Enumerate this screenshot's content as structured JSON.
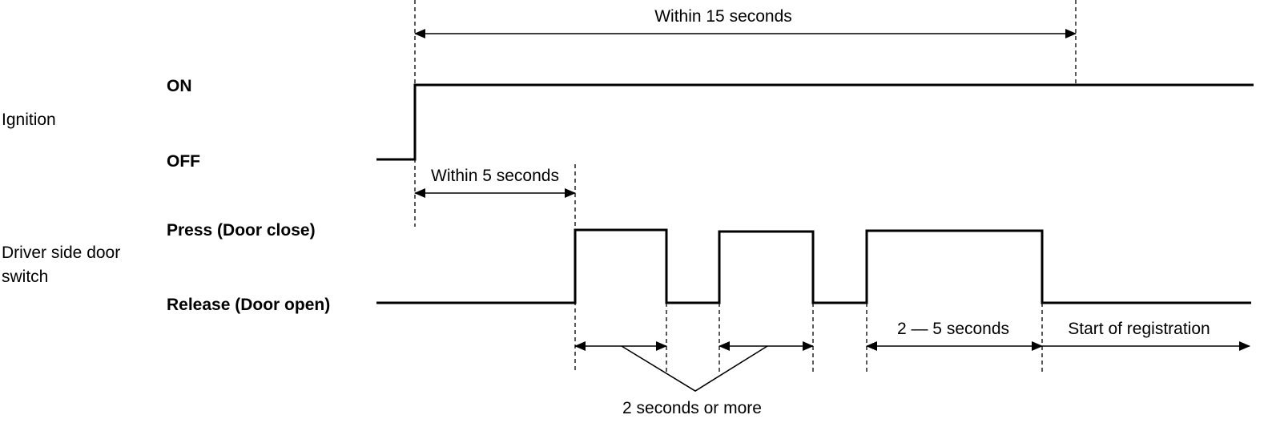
{
  "signals": {
    "ignition": {
      "name": "Ignition",
      "high_label": "ON",
      "low_label": "OFF"
    },
    "door_switch": {
      "name_line1": "Driver side door",
      "name_line2": "switch",
      "high_label": "Press (Door close)",
      "low_label": "Release (Door open)"
    }
  },
  "annotations": {
    "within_15": "Within 15 seconds",
    "within_5": "Within 5 seconds",
    "two_to_five": "2 ― 5 seconds",
    "start_registration": "Start of registration",
    "two_or_more": "2 seconds or more"
  }
}
